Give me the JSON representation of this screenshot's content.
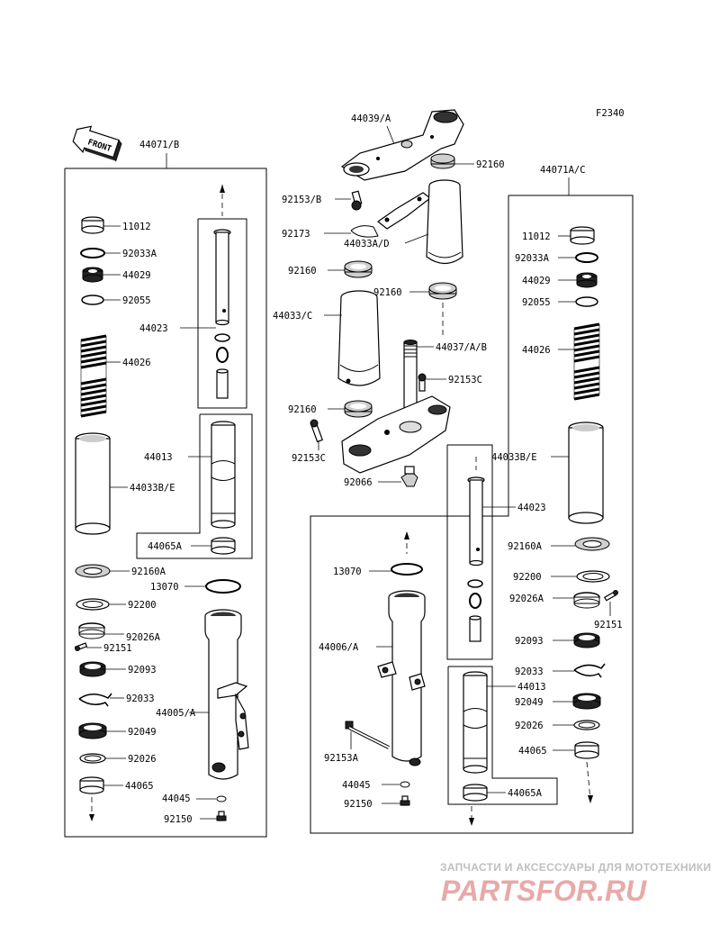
{
  "diagram_id": "F2340",
  "front_arrow": "FRONT",
  "left_assembly": {
    "title": "44071/B",
    "labels": {
      "cap": "11012",
      "oring_a": "92033A",
      "seat": "44029",
      "oring": "92055",
      "pipe": "44023",
      "spring": "44026",
      "tube": "44013",
      "cover": "44033B/E",
      "collar": "44065A",
      "seal_a": "92160A",
      "ring": "13070",
      "washer": "92200",
      "clamp": "92026A",
      "screw": "92151",
      "oil_seal": "92093",
      "circlip": "92033",
      "bushing": "92049",
      "washer2": "92026",
      "outer_tube": "44005/A",
      "bush": "44065",
      "gasket": "44045",
      "bolt": "92150"
    }
  },
  "center": {
    "upper_bracket": "44039/A",
    "seal_top": "92160",
    "bolt_top": "92153/B",
    "plate": "92173",
    "cover_right": "44033A/D",
    "seal_mid_left": "92160",
    "seal_mid_right": "92160",
    "cover_left": "44033/C",
    "stem": "44037/A/B",
    "bolt_c": "92153C",
    "seal_low": "92160",
    "bolt_low": "92153C",
    "nut": "92066"
  },
  "right_assembly": {
    "title": "44071A/C",
    "labels": {
      "cap": "11012",
      "oring_a": "92033A",
      "seat": "44029",
      "oring": "92055",
      "spring": "44026",
      "cover": "44033B/E",
      "pipe": "44023",
      "seal_a": "92160A",
      "ring": "13070",
      "washer": "92200",
      "outer_tube": "44006/A",
      "clamp": "92026A",
      "screw": "92151",
      "oil_seal": "92093",
      "circlip": "92033",
      "tube": "44013",
      "bushing": "92049",
      "bolt_a": "92153A",
      "washer2": "92026",
      "bush": "44065",
      "gasket": "44045",
      "bolt": "92150",
      "collar": "44065A"
    }
  },
  "watermark": {
    "line1": "ЗАПЧАСТИ И АКСЕССУАРЫ ДЛЯ МОТОТЕХНИКИ",
    "line2": "PARTSFOR.RU",
    "color": "#e8a9a9"
  }
}
